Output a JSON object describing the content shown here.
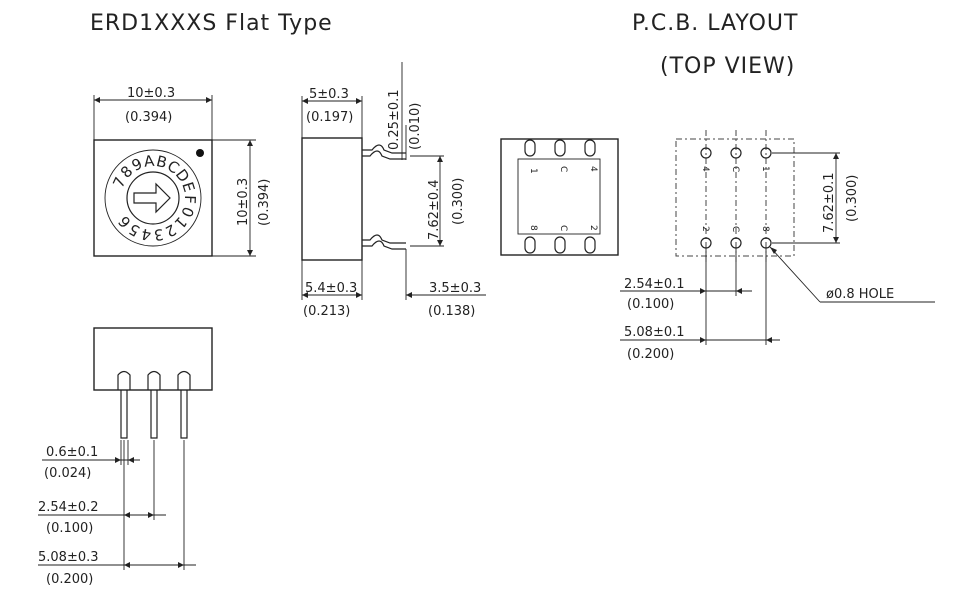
{
  "titles": {
    "left": "ERD1XXXS Flat Type",
    "right_line1": "P.C.B. LAYOUT",
    "right_line2": "(TOP VIEW)"
  },
  "dims": {
    "width_mm": "10±0.3",
    "width_in": "(0.394)",
    "height_mm": "10±0.3",
    "height_in": "(0.394)",
    "depth_mm": "5±0.3",
    "depth_in": "(0.197)",
    "lead_thk_mm": "0.25±0.1",
    "lead_thk_in": "(0.010)",
    "row_pitch_mm": "7.62±0.4",
    "row_pitch_in": "(0.300)",
    "side_body_mm": "5.4±0.3",
    "side_body_in": "(0.213)",
    "side_lead_mm": "3.5±0.3",
    "side_lead_in": "(0.138)",
    "pin_w_mm": "0.6±0.1",
    "pin_w_in": "(0.024)",
    "pin_pitch_mm": "2.54±0.2",
    "pin_pitch_in": "(0.100)",
    "pin_span_mm": "5.08±0.3",
    "pin_span_in": "(0.200)",
    "pcb_pitch_mm": "2.54±0.1",
    "pcb_pitch_in": "(0.100)",
    "pcb_span_mm": "5.08±0.1",
    "pcb_span_in": "(0.200)",
    "pcb_row_mm": "7.62±0.1",
    "pcb_row_in": "(0.300)",
    "hole": "ø0.8 HOLE"
  },
  "dial_chars": [
    "7",
    "8",
    "9",
    "A",
    "B",
    "C",
    "D",
    "E",
    "F",
    "0",
    "1",
    "2",
    "3",
    "4",
    "5",
    "6"
  ],
  "pin_labels": {
    "top": [
      "1",
      "C",
      "4"
    ],
    "bottom": [
      "8",
      "C",
      "2"
    ],
    "pcb_top": [
      "4",
      "C",
      "1"
    ],
    "pcb_bottom": [
      "2",
      "C",
      "8"
    ]
  }
}
